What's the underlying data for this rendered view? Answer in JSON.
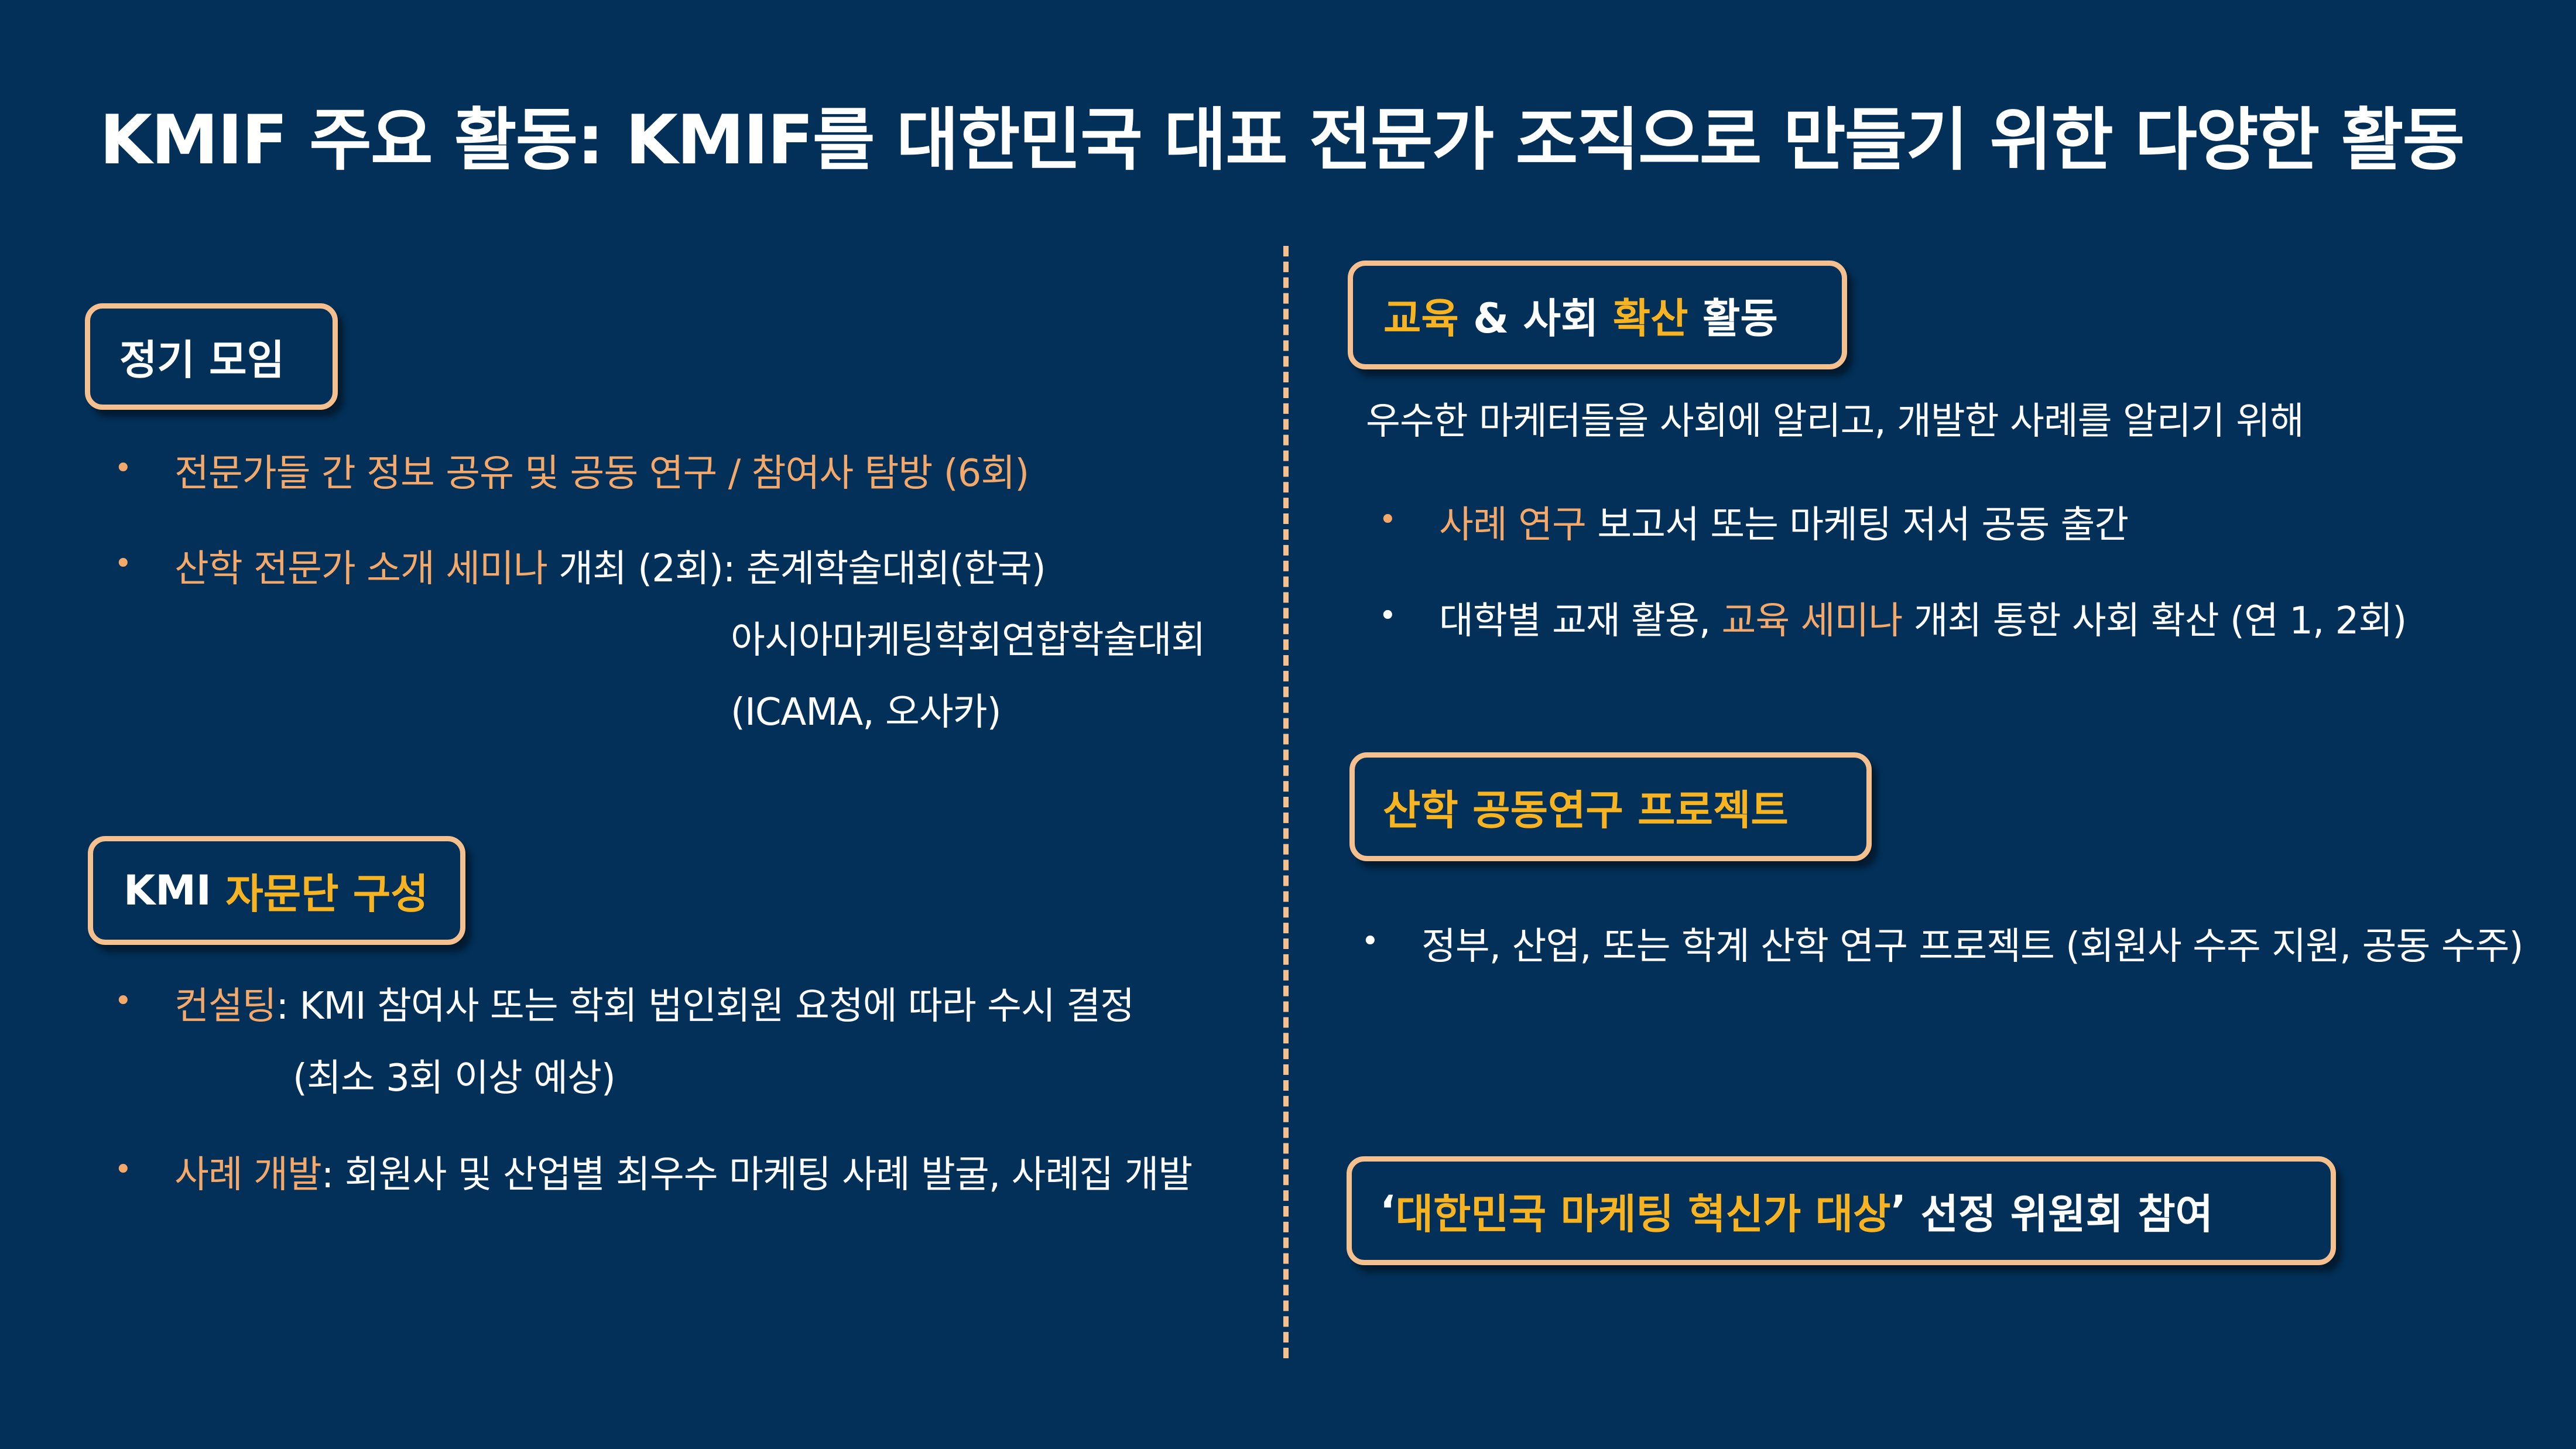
{
  "title": "KMIF 주요 활동: KMIF를 대한민국 대표 전문가 조직으로 만들기 위한 다양한 활동",
  "colors": {
    "background": "#023058",
    "box_border": "#F6C08E",
    "highlight": "#F8B321",
    "accent_text": "#F4A86A",
    "text": "#ffffff"
  },
  "left": {
    "regular_meeting": {
      "heading": "정기 모임",
      "items": [
        {
          "accent": "전문가들 간 정보 공유 및 공동 연구 / 참여사 탐방 (6회)",
          "rest": ""
        },
        {
          "accent": "산학 전문가 소개 세미나",
          "rest": " 개최 (2회): 춘계학술대회(한국)"
        }
      ],
      "continuation_lines": [
        "아시아마케팅학회연합학술대회",
        "(ICAMA, 오사카)"
      ]
    },
    "advisory": {
      "heading_plain": "KMI ",
      "heading_highlight": "자문단 구성",
      "items": [
        {
          "accent": "컨설팅",
          "rest": ": KMI 참여사 또는 학회 법인회원 요청에 따라 수시 결정"
        },
        {
          "accent": "사례 개발",
          "rest": ": 회원사 및 산업별 최우수 마케팅 사례 발굴, 사례집 개발"
        }
      ],
      "continuation": "(최소 3회 이상 예상)"
    }
  },
  "right": {
    "education": {
      "heading_part1": "교육",
      "heading_part2": " & 사회 ",
      "heading_part3": "확산",
      "heading_part4": " 활동",
      "intro": "우수한 마케터들을 사회에 알리고, 개발한 사례를 알리기 위해",
      "item1_accent": "사례 연구",
      "item1_rest": " 보고서 또는 마케팅 저서 공동 출간",
      "item2_pre": "대학별 교재 활용, ",
      "item2_accent": "교육 세미나",
      "item2_rest": " 개최 통한 사회 확산 (연 1, 2회)"
    },
    "industry_project": {
      "heading": "산학 공동연구 프로젝트",
      "item": "정부, 산업, 또는 학계 산학 연구 프로젝트 (회원사 수주 지원, 공동 수주)"
    },
    "award": {
      "quote_open": "‘",
      "heading_highlight": "대한민국 마케팅 혁신가 대상",
      "quote_close": "’",
      "heading_rest": " 선정 위원회 참여"
    }
  },
  "bullet_symbol": "•"
}
